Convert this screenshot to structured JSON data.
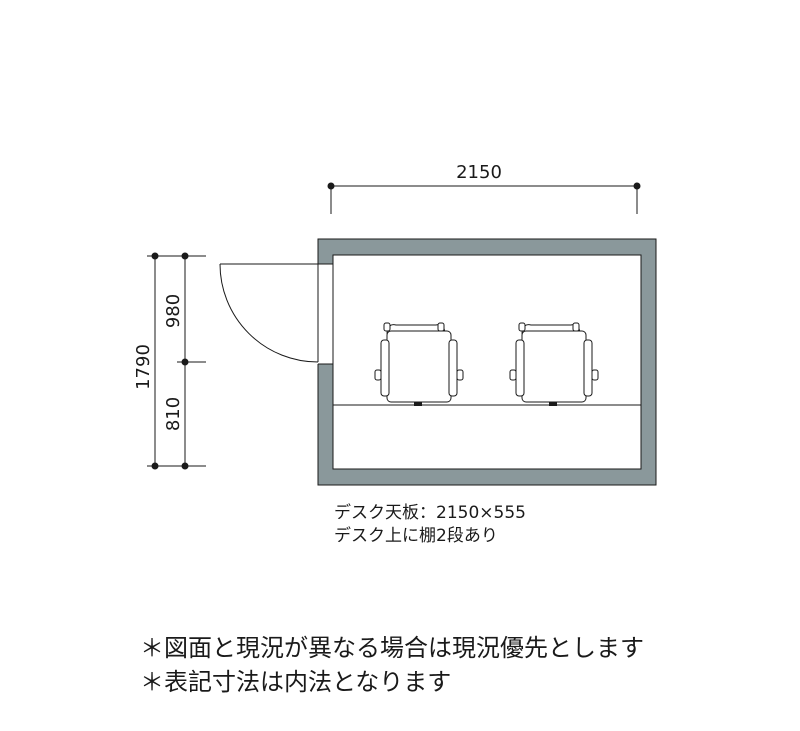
{
  "dimensions": {
    "room_width": "2150",
    "room_depth_total": "1790",
    "depth_upper": "980",
    "depth_lower": "810"
  },
  "notes": {
    "desk_top": "デスク天板：2150×555",
    "desk_shelf": "デスク上に棚2段あり"
  },
  "remarks": {
    "line1": "＊図面と現況が異なる場合は現況優先とします",
    "line2": "＊表記寸法は内法となります"
  },
  "colors": {
    "wall": "#8a989b",
    "line": "#1a1a1a",
    "background": "#ffffff"
  }
}
